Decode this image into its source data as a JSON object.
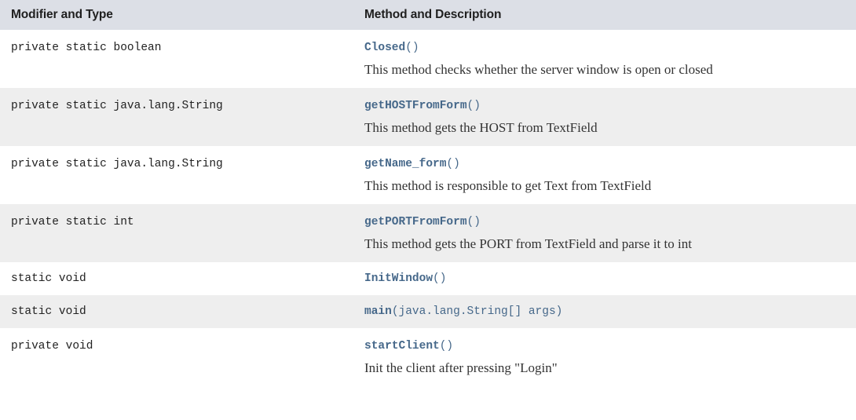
{
  "table": {
    "caption_type": "method-summary",
    "colors": {
      "header_background": "#dcdfe6",
      "row_background_even": "#ffffff",
      "row_background_odd": "#eeeeee",
      "member_link": "#46688a",
      "type_text": "#222222",
      "description_text": "#333333",
      "header_text": "#1f1f1f"
    },
    "headers": {
      "modifier_and_type": "Modifier and Type",
      "method_and_description": "Method and Description"
    },
    "rows": [
      {
        "type": "private static boolean",
        "method_name": "Closed",
        "method_args": "()",
        "description": "This method checks whether the server window is open or closed"
      },
      {
        "type": "private static java.lang.String",
        "method_name": "getHOSTFromForm",
        "method_args": "()",
        "description": "This method gets the HOST from TextField"
      },
      {
        "type": "private static java.lang.String",
        "method_name": "getName_form",
        "method_args": "()",
        "description": "This method is responsible to get Text from TextField"
      },
      {
        "type": "private static int",
        "method_name": "getPORTFromForm",
        "method_args": "()",
        "description": "This method gets the PORT from TextField and parse it to int"
      },
      {
        "type": "static void",
        "method_name": "InitWindow",
        "method_args": "()",
        "description": ""
      },
      {
        "type": "static void",
        "method_name": "main",
        "method_args": "(java.lang.String[] args)",
        "description": ""
      },
      {
        "type": "private void",
        "method_name": "startClient",
        "method_args": "()",
        "description": "Init the client after pressing \"Login\""
      }
    ]
  }
}
